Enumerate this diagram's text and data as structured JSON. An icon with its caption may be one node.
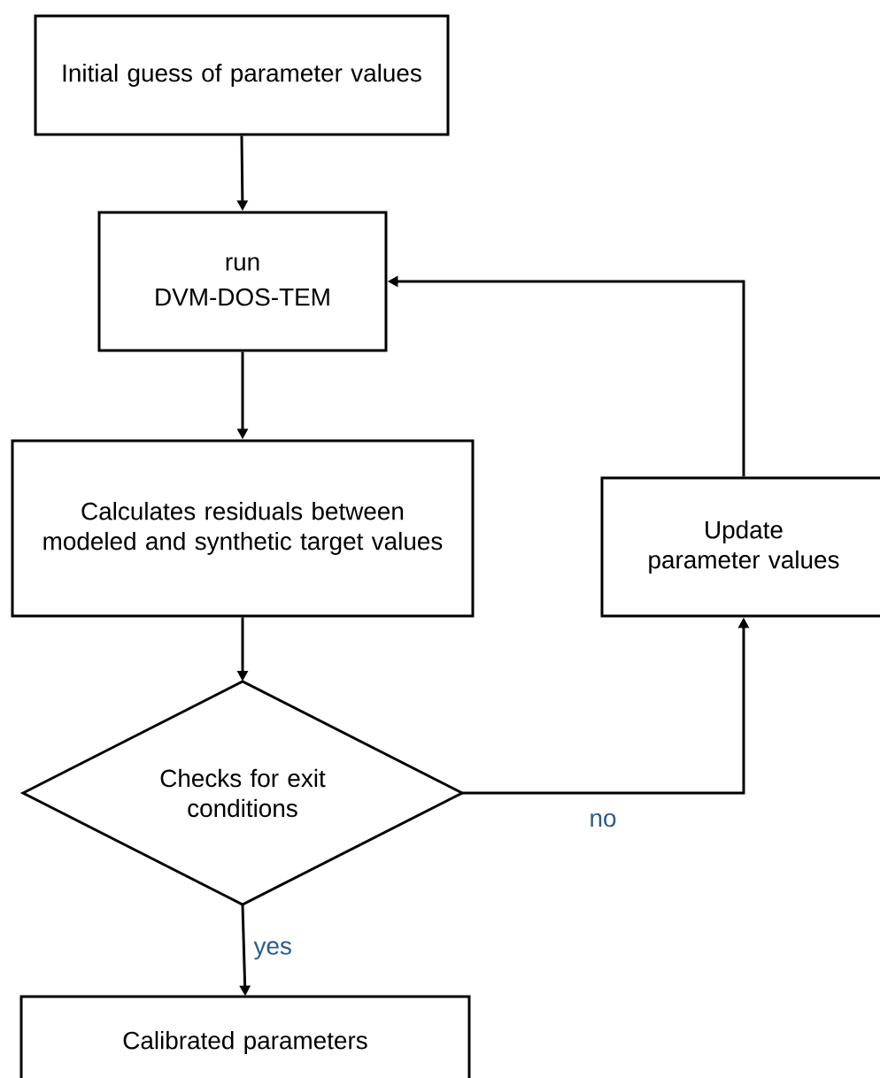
{
  "diagram": {
    "nodes": [
      {
        "text": [
          "Initial guess of parameter values"
        ]
      },
      {
        "text": [
          "run",
          "DVM-DOS-TEM"
        ]
      },
      {
        "text": [
          "Calculates residuals between modeled and synthetic target values"
        ]
      },
      {
        "text": [
          "Checks for exit conditions"
        ]
      },
      {
        "text": [
          "Update parameter values"
        ]
      },
      {
        "text": [
          "Calibrated parameters"
        ]
      }
    ],
    "edges": [
      {
        "from": 0,
        "to": 1,
        "arrow": "to"
      },
      {
        "from": 1,
        "to": 2,
        "arrow": "to"
      },
      {
        "from": 2,
        "to": 3,
        "arrow": "to"
      },
      {
        "from": 3,
        "to": 4,
        "arrow": "to",
        "label": "no"
      },
      {
        "from": 4,
        "to": 1,
        "arrow": "to"
      },
      {
        "from": 3,
        "to": 5,
        "arrow": "to",
        "label": "yes"
      }
    ]
  }
}
